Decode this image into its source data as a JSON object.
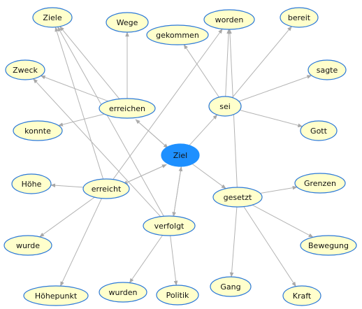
{
  "colors": {
    "node_fill": "#ffffcc",
    "node_stroke": "#2a78d8",
    "center_fill": "#1e90ff",
    "center_stroke": "#1e90ff",
    "edge": "#b3b3b3",
    "label": "#111111"
  },
  "graph": {
    "center_id": "ziel",
    "nodes": [
      {
        "id": "ziel",
        "label": "Ziel"
      },
      {
        "id": "ziele",
        "label": "Ziele"
      },
      {
        "id": "wege",
        "label": "Wege"
      },
      {
        "id": "worden",
        "label": "worden"
      },
      {
        "id": "bereit",
        "label": "bereit"
      },
      {
        "id": "gekommen",
        "label": "gekommen"
      },
      {
        "id": "zweck",
        "label": "Zweck"
      },
      {
        "id": "sagte",
        "label": "sagte"
      },
      {
        "id": "erreichen",
        "label": "erreichen"
      },
      {
        "id": "sei",
        "label": "sei"
      },
      {
        "id": "konnte",
        "label": "konnte"
      },
      {
        "id": "gott",
        "label": "Gott"
      },
      {
        "id": "hoehe",
        "label": "Höhe"
      },
      {
        "id": "erreicht",
        "label": "erreicht"
      },
      {
        "id": "grenzen",
        "label": "Grenzen"
      },
      {
        "id": "gesetzt",
        "label": "gesetzt"
      },
      {
        "id": "verfolgt",
        "label": "verfolgt"
      },
      {
        "id": "wurde",
        "label": "wurde"
      },
      {
        "id": "bewegung",
        "label": "Bewegung"
      },
      {
        "id": "gang",
        "label": "Gang"
      },
      {
        "id": "kraft",
        "label": "Kraft"
      },
      {
        "id": "hoehepunkt",
        "label": "Höhepunkt"
      },
      {
        "id": "wurden",
        "label": "wurden"
      },
      {
        "id": "politik",
        "label": "Politik"
      }
    ],
    "edges": [
      {
        "from": "ziel",
        "to": "erreichen"
      },
      {
        "from": "erreichen",
        "to": "ziel"
      },
      {
        "from": "ziel",
        "to": "erreicht"
      },
      {
        "from": "erreicht",
        "to": "ziel"
      },
      {
        "from": "ziel",
        "to": "verfolgt"
      },
      {
        "from": "verfolgt",
        "to": "ziel"
      },
      {
        "from": "ziel",
        "to": "sei"
      },
      {
        "from": "ziel",
        "to": "gesetzt"
      },
      {
        "from": "erreichen",
        "to": "ziele"
      },
      {
        "from": "erreichen",
        "to": "wege"
      },
      {
        "from": "erreichen",
        "to": "zweck"
      },
      {
        "from": "erreichen",
        "to": "konnte"
      },
      {
        "from": "sei",
        "to": "worden"
      },
      {
        "from": "sei",
        "to": "bereit"
      },
      {
        "from": "sei",
        "to": "gekommen"
      },
      {
        "from": "sei",
        "to": "sagte"
      },
      {
        "from": "sei",
        "to": "gott"
      },
      {
        "from": "erreicht",
        "to": "hoehe"
      },
      {
        "from": "erreicht",
        "to": "wurde"
      },
      {
        "from": "erreicht",
        "to": "hoehepunkt"
      },
      {
        "from": "erreicht",
        "to": "worden"
      },
      {
        "from": "erreicht",
        "to": "ziele"
      },
      {
        "from": "gesetzt",
        "to": "grenzen"
      },
      {
        "from": "gesetzt",
        "to": "bewegung"
      },
      {
        "from": "gesetzt",
        "to": "gang"
      },
      {
        "from": "gesetzt",
        "to": "kraft"
      },
      {
        "from": "gesetzt",
        "to": "worden"
      },
      {
        "from": "verfolgt",
        "to": "wurden"
      },
      {
        "from": "verfolgt",
        "to": "politik"
      },
      {
        "from": "verfolgt",
        "to": "ziele"
      },
      {
        "from": "verfolgt",
        "to": "zweck"
      }
    ]
  }
}
